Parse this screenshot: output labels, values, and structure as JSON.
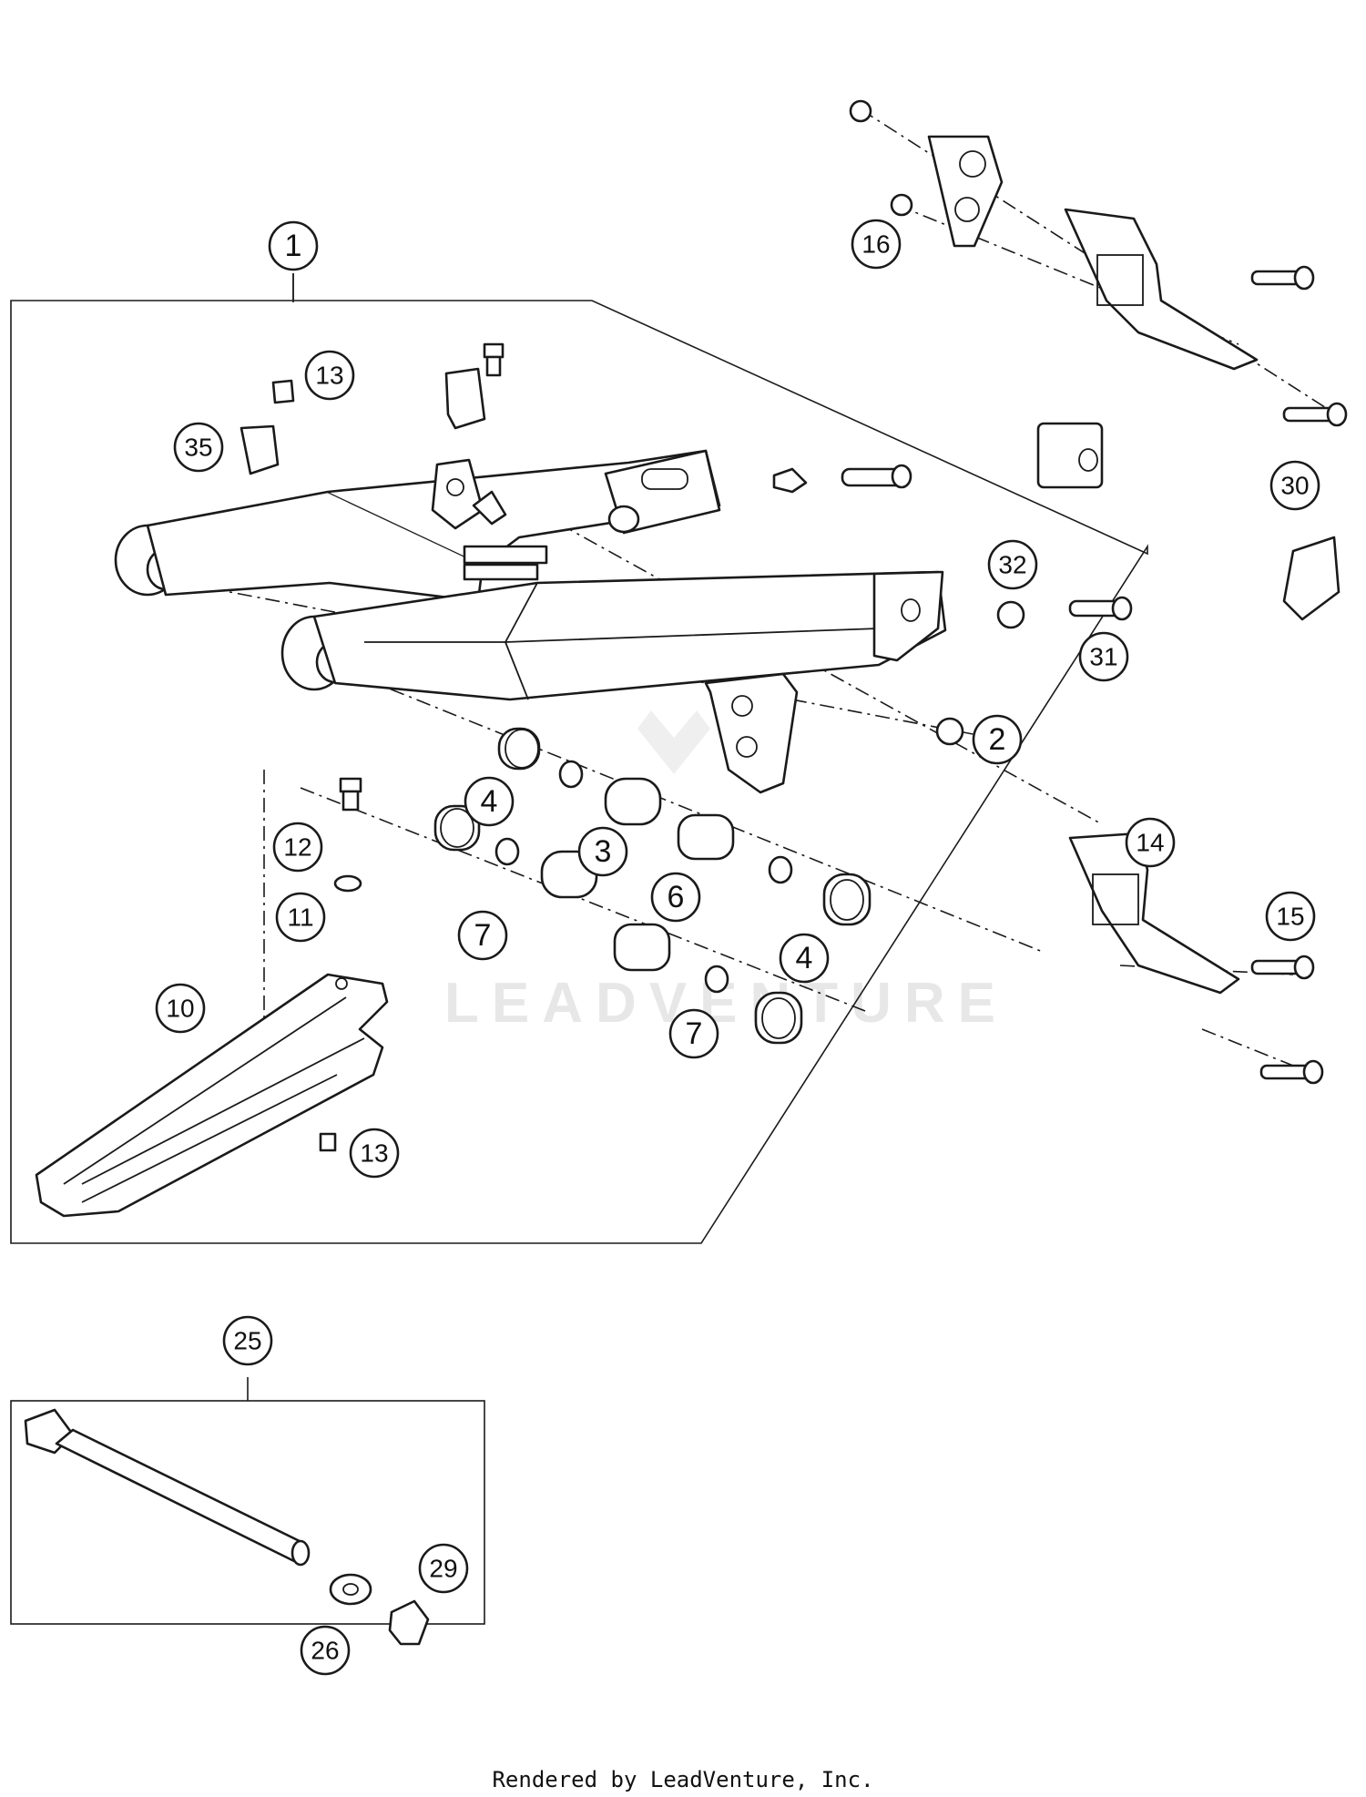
{
  "callouts": {
    "c1": "1",
    "c2": "2",
    "c3": "3",
    "c4a": "4",
    "c4b": "4",
    "c6": "6",
    "c7a": "7",
    "c7b": "7",
    "c10": "10",
    "c11": "11",
    "c12": "12",
    "c13a": "13",
    "c13b": "13",
    "c14": "14",
    "c15": "15",
    "c16": "16",
    "c25": "25",
    "c26": "26",
    "c29": "29",
    "c30": "30",
    "c31": "31",
    "c32": "32",
    "c35": "35"
  },
  "watermark": "LEADVENTURE",
  "footer": "Rendered by LeadVenture, Inc."
}
